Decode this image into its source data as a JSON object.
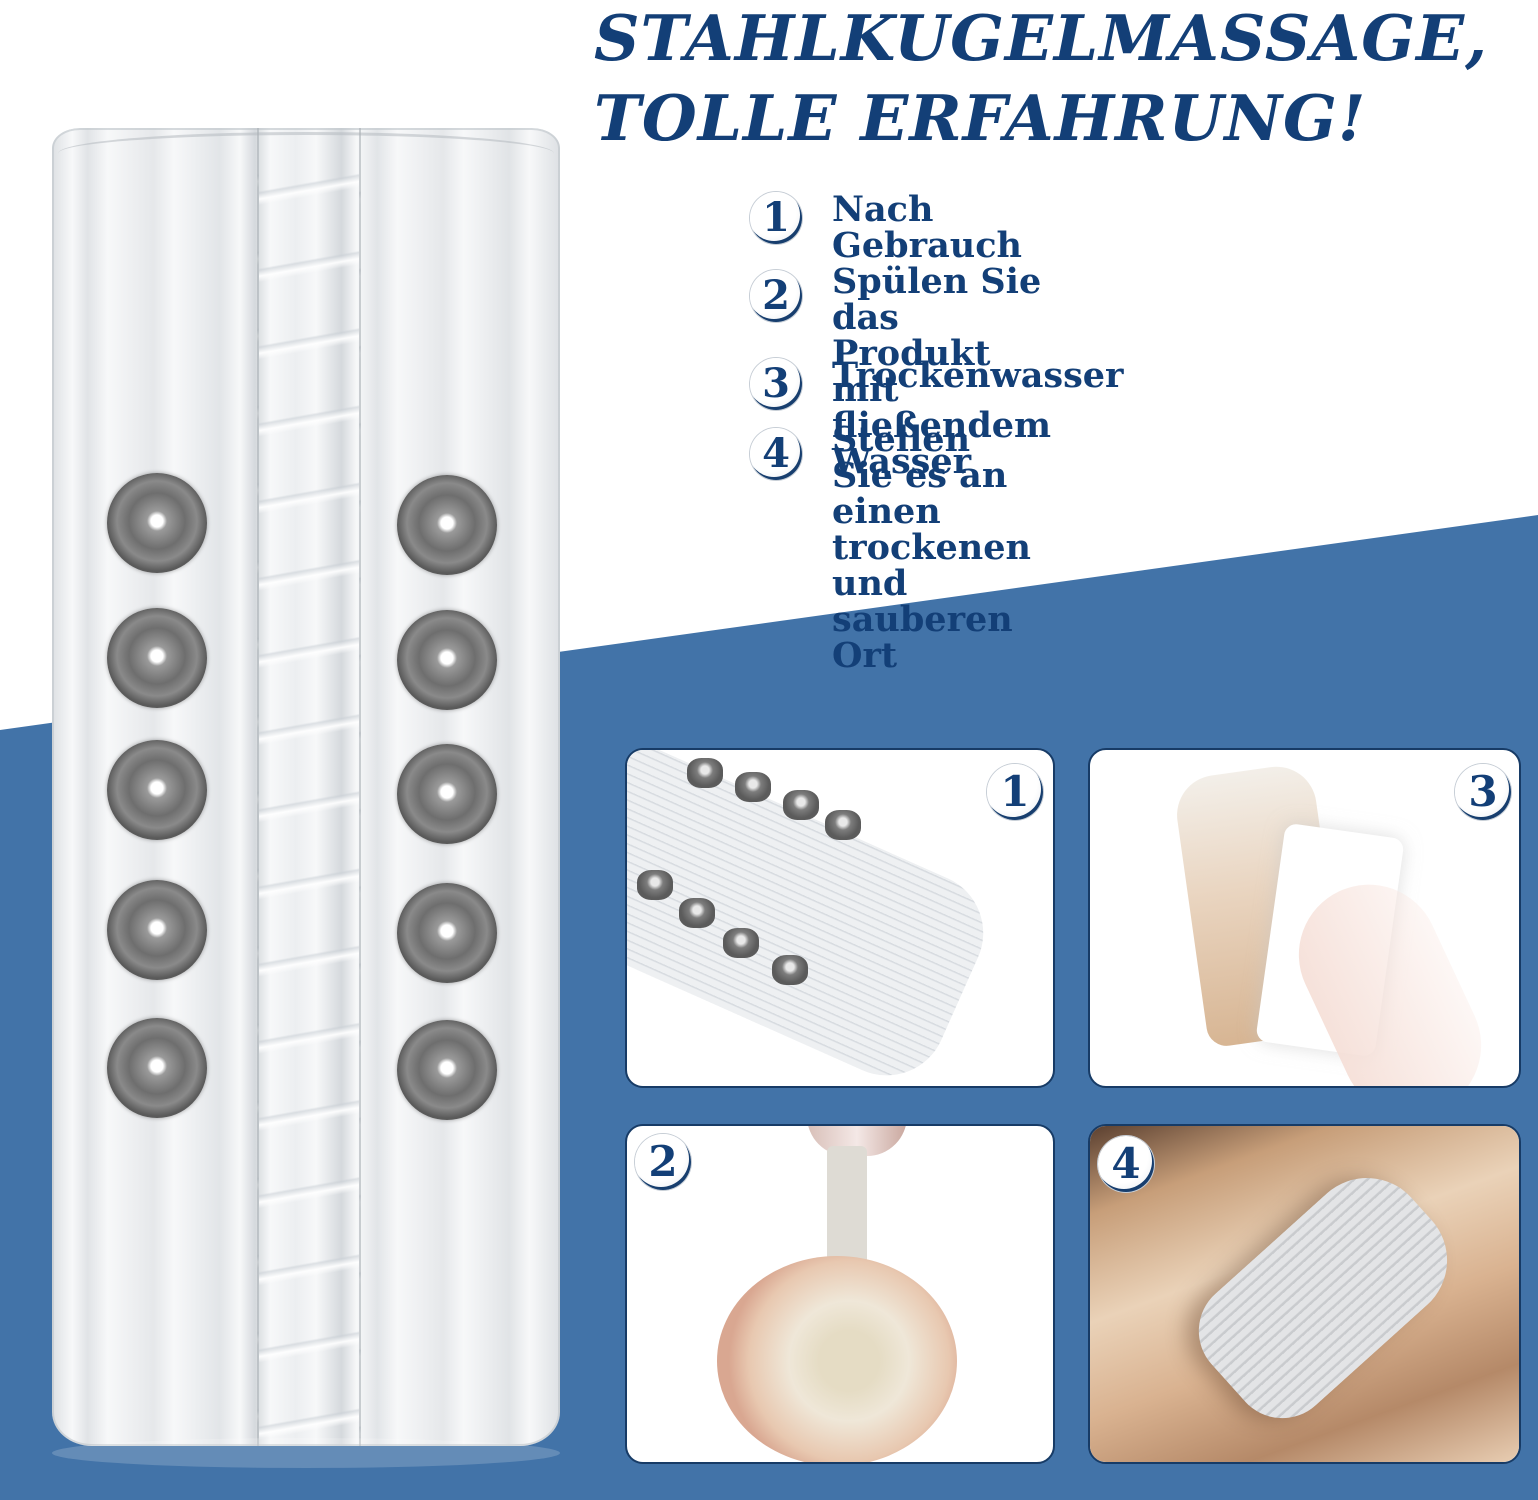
{
  "colors": {
    "navy_text": "#133f77",
    "background_blue": "#4273a8",
    "panel_border": "#173b66",
    "white": "#ffffff"
  },
  "headline": {
    "line1": "STAHLKUGELMASSAGE,",
    "line2": "TOLLE ERFAHRUNG!"
  },
  "steps": [
    {
      "number": "1",
      "text_line1": "Nach Gebrauch",
      "text_line2": ""
    },
    {
      "number": "2",
      "text_line1": "Spülen Sie das Produkt",
      "text_line2": "mit fließendem Wasser"
    },
    {
      "number": "3",
      "text_line1": "Trockenwasser",
      "text_line2": ""
    },
    {
      "number": "4",
      "text_line1": "Stellen Sie es an einen",
      "text_line2": "trockenen und sauberen Ort"
    }
  ],
  "panels": [
    {
      "number": "1",
      "depicts": "transparent sleeve with steel balls draining water"
    },
    {
      "number": "2",
      "depicts": "rinsing product under running tap water"
    },
    {
      "number": "3",
      "depicts": "drying product with a tissue by hand"
    },
    {
      "number": "4",
      "depicts": "product lying on a wooden table"
    }
  ],
  "product": {
    "depicts": "clear ribbed sleeve with steel balls",
    "ball_columns": 2,
    "balls_per_column": 5
  }
}
